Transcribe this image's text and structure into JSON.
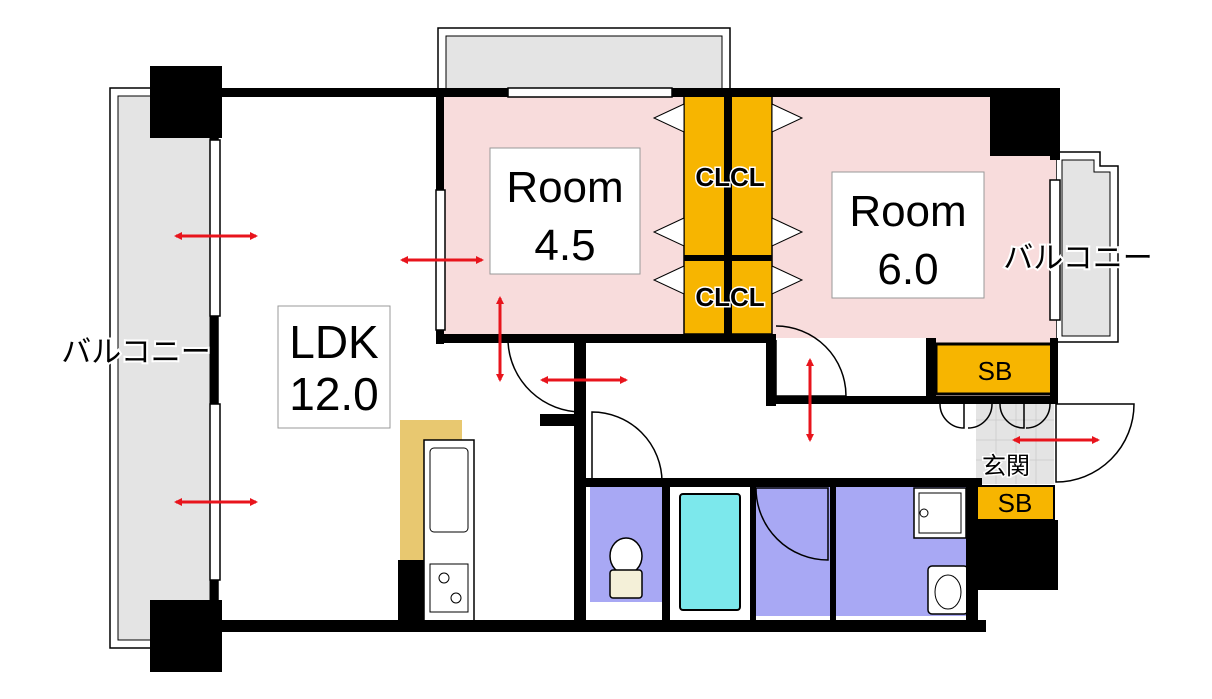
{
  "labels": {
    "ldk_name": "LDK",
    "ldk_size": "12.0",
    "room1_name": "Room",
    "room1_size": "4.5",
    "room2_name": "Room",
    "room2_size": "6.0",
    "balcony_left": "バルコニー",
    "balcony_right": "バルコニー",
    "cl_top": "CLCL",
    "cl_bottom": "CLCL",
    "sb_upper": "SB",
    "sb_lower": "SB",
    "entrance": "玄関"
  },
  "colors": {
    "wall": "#000000",
    "room_fill": "#f8dcdc",
    "closet_fill": "#f7b500",
    "storage_fill": "#f7b500",
    "wet_area_fill": "#a8a8f4",
    "balcony_fill": "#e4e4e4",
    "bathtub_fill": "#7ce8ec",
    "arrow": "#e8141c",
    "kitchen_counter": "#e8c870",
    "entrance_tile": "#e4e4e4"
  }
}
